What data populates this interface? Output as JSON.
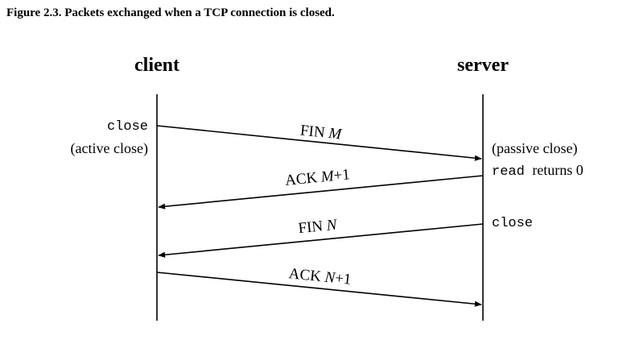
{
  "caption": "Figure 2.3. Packets exchanged when a TCP connection is closed.",
  "diagram": {
    "client_label": "client",
    "server_label": "server",
    "client_notes": {
      "close": "close",
      "active_close": "(active close)"
    },
    "server_notes": {
      "passive_close": "(passive close)",
      "read_code": "read",
      "read_rest": "returns 0",
      "close": "close"
    },
    "messages": [
      {
        "prefix": "FIN ",
        "var": "M",
        "suffix": "",
        "direction": "client-to-server"
      },
      {
        "prefix": "ACK ",
        "var": "M",
        "suffix": "+1",
        "direction": "server-to-client"
      },
      {
        "prefix": "FIN ",
        "var": "N",
        "suffix": "",
        "direction": "server-to-client"
      },
      {
        "prefix": "ACK ",
        "var": "N",
        "suffix": "+1",
        "direction": "client-to-server"
      }
    ]
  }
}
